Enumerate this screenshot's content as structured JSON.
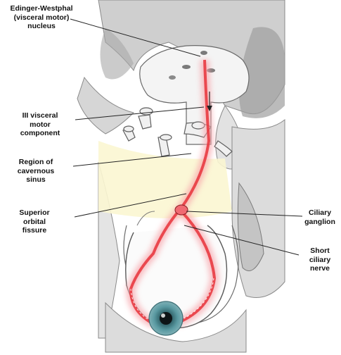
{
  "labels": {
    "ew_nucleus": "Edinger-Westphal\n(visceral motor)\nnucleus",
    "iii_visceral": "III visceral\nmotor\ncomponent",
    "cavernous": "Region of\ncavernous\nsinus",
    "sup_orbital": "Superior\norbital\nfissure",
    "ciliary_ganglion": "Ciliary\nganglion",
    "short_ciliary": "Short\nciliary\nnerve"
  },
  "colors": {
    "pathway": "#e8323a",
    "pathway_glow": "#f7a4aa",
    "background_tissue": "#c8c8c8",
    "eye_iris": "#4f8d95",
    "cavernous_highlight": "#fbf6d2"
  }
}
